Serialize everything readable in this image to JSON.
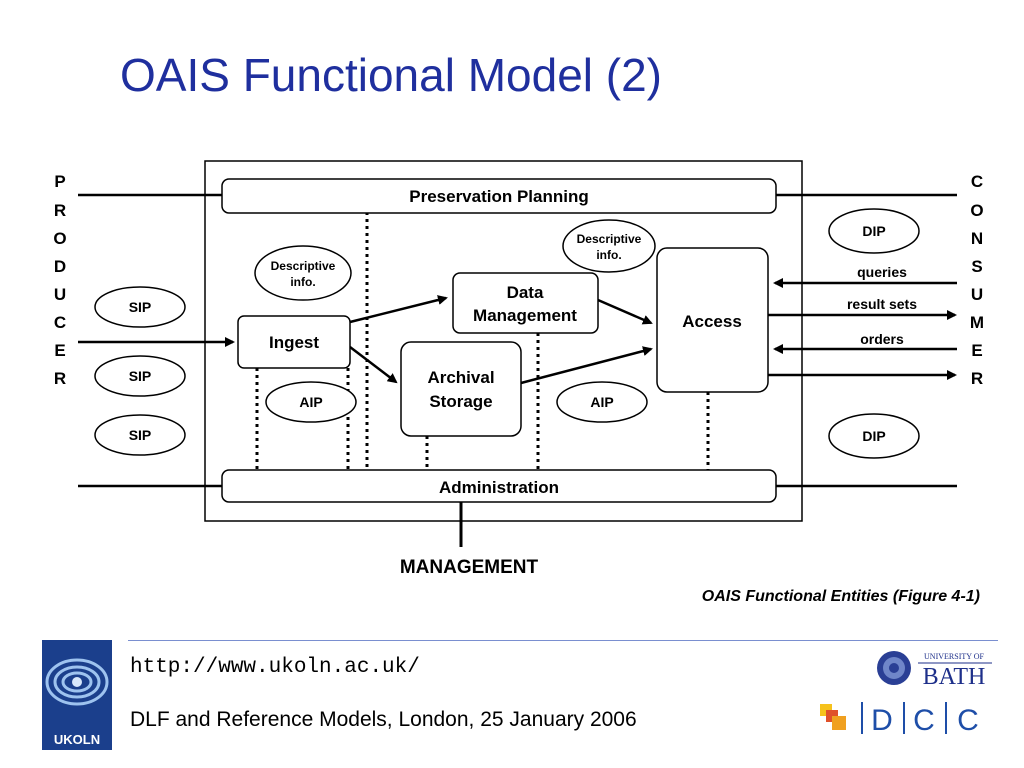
{
  "slide": {
    "title": "OAIS Functional Model (2)",
    "caption": "OAIS Functional Entities (Figure 4-1)",
    "footer_url": "http://www.ukoln.ac.uk/",
    "footer_text": "DLF and Reference Models, London, 25 January 2006"
  },
  "diagram": {
    "producer_letters": [
      "P",
      "R",
      "O",
      "D",
      "U",
      "C",
      "E",
      "R"
    ],
    "consumer_letters": [
      "C",
      "O",
      "N",
      "S",
      "U",
      "M",
      "E",
      "R"
    ],
    "preservation_planning": "Preservation Planning",
    "administration": "Administration",
    "management": "MANAGEMENT",
    "ingest": "Ingest",
    "data_management_line1": "Data",
    "data_management_line2": "Management",
    "archival_storage_line1": "Archival",
    "archival_storage_line2": "Storage",
    "access": "Access",
    "descriptive_line1": "Descriptive",
    "descriptive_line2": "info.",
    "sip": "SIP",
    "aip": "AIP",
    "dip": "DIP",
    "queries": "queries",
    "result_sets": "result sets",
    "orders": "orders"
  },
  "logos": {
    "ukoln": "UKOLN",
    "bath_top": "UNIVERSITY OF",
    "bath_name": "BATH",
    "dcc_letters": [
      "D",
      "C",
      "C"
    ]
  },
  "colors": {
    "title": "#1f2f9e",
    "ukoln_bg": "#1b3f8c",
    "dcc_blue": "#1e4ea8",
    "dcc_orange": "#f0a020",
    "dcc_red": "#e0502a",
    "dcc_yellow": "#f6c21c"
  }
}
